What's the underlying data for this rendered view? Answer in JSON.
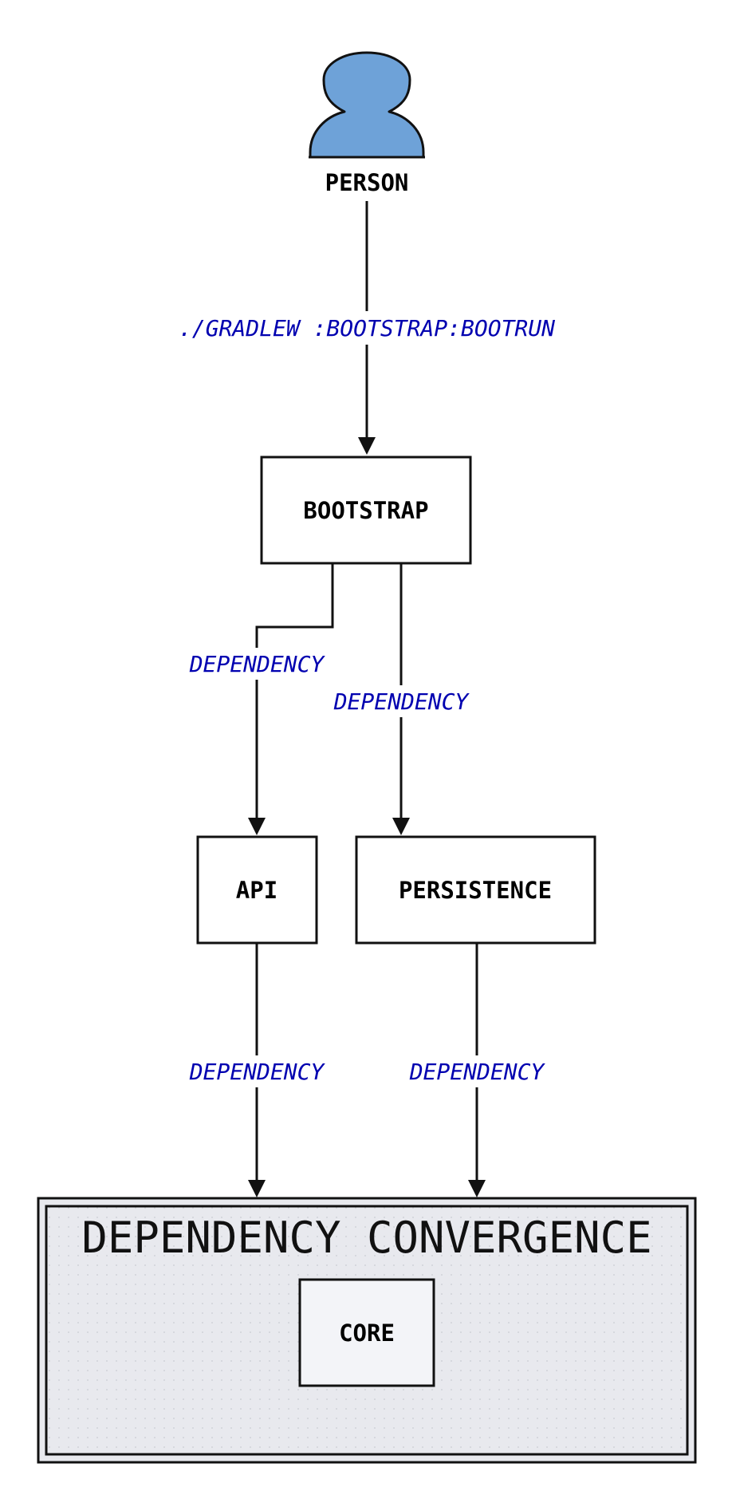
{
  "nodes": {
    "person": {
      "label": "PERSON"
    },
    "bootstrap": {
      "label": "BOOTSTRAP"
    },
    "api": {
      "label": "API"
    },
    "persistence": {
      "label": "PERSISTENCE"
    },
    "core": {
      "label": "CORE"
    }
  },
  "container": {
    "label": "DEPENDENCY CONVERGENCE"
  },
  "edges": {
    "person_bootstrap": {
      "label": "./GRADLEW :BOOTSTRAP:BOOTRUN"
    },
    "bootstrap_api": {
      "label": "DEPENDENCY"
    },
    "bootstrap_persistence": {
      "label": "DEPENDENCY"
    },
    "api_core": {
      "label": "DEPENDENCY"
    },
    "persistence_core": {
      "label": "DEPENDENCY"
    }
  },
  "colors": {
    "person_fill": "#6ea2d8",
    "edge_label": "#0000b0",
    "container_fill": "#e8e9ee",
    "core_fill": "#f3f4f8"
  }
}
